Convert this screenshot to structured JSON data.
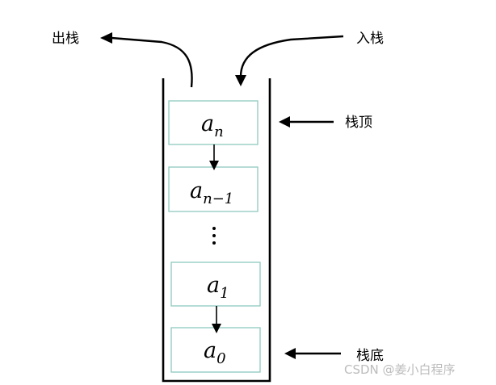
{
  "labels": {
    "pop": "出栈",
    "push": "入栈",
    "top": "栈顶",
    "bottom": "栈底"
  },
  "elements": {
    "a_n": {
      "base": "a",
      "sub": "n"
    },
    "a_n_minus_1": {
      "base": "a",
      "sub": "n−1"
    },
    "ellipsis": "⋮",
    "a_1": {
      "base": "a",
      "sub": "1"
    },
    "a_0": {
      "base": "a",
      "sub": "0"
    }
  },
  "watermark": "CSDN @姜小白程序"
}
